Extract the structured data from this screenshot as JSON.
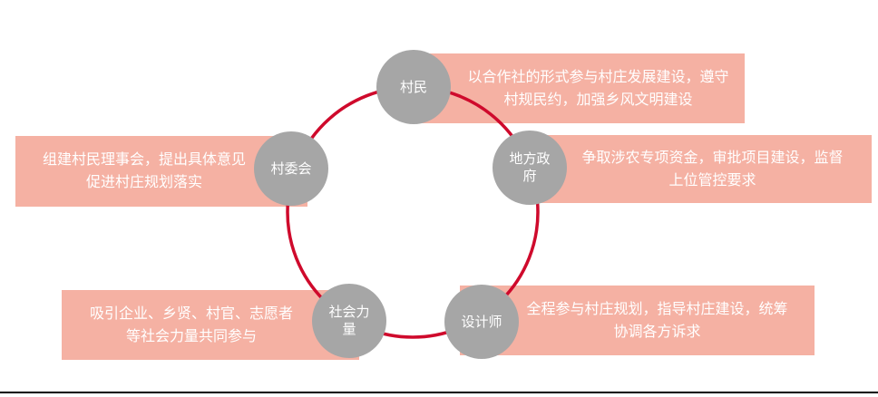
{
  "colors": {
    "box_bg": "#f5b1a3",
    "node_bg": "#a6a6a6",
    "ring": "#cf0a2c",
    "text_on_color": "#ffffff",
    "divider": "#000000"
  },
  "diagram": {
    "type": "cycle",
    "nodes": [
      {
        "id": "villagers",
        "label": "村民",
        "description": "以合作社的形式参与村庄发展建设，遵守\n村规民约，加强乡风文明建设"
      },
      {
        "id": "local-government",
        "label": "地方政府",
        "description": "争取涉农专项资金，审批项目建设，监督\n上位管控要求"
      },
      {
        "id": "village-committee",
        "label": "村委会",
        "description": "组建村民理事会，提出具体意见\n促进村庄规划落实"
      },
      {
        "id": "social-forces",
        "label": "社会力量",
        "description": "吸引企业、乡贤、村官、志愿者\n等社会力量共同参与"
      },
      {
        "id": "designer",
        "label": "设计师",
        "description": "全程参与村庄规划，指导村庄建设，统筹\n协调各方诉求"
      }
    ]
  }
}
